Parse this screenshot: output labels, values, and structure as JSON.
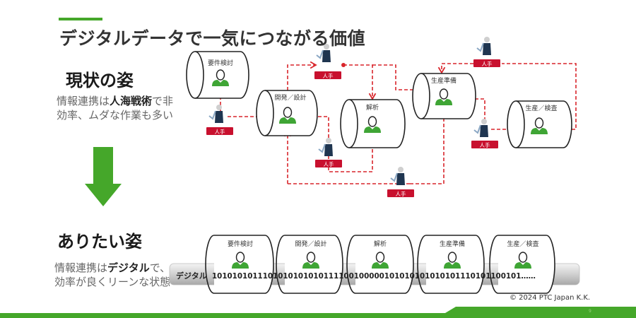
{
  "slide": {
    "title": "デジタルデータで一気につながる価値",
    "current": {
      "heading": "現状の姿",
      "desc_pre": "情報連携は",
      "desc_bold": "人海戦術",
      "desc_post": "で非効率、ムダな作業も多い"
    },
    "ideal": {
      "heading": "ありたい姿",
      "desc_pre": "情報連携は",
      "desc_bold": "デジタル",
      "desc_post": "で、効率が良くリーンな状態"
    },
    "stages": [
      "要件検討",
      "開発／設計",
      "解析",
      "生産準備",
      "生産／検査"
    ],
    "manual_label": "人手",
    "digital_label": "デジタル",
    "binary_stream": "1010101011101010101010111100100000101010101010101110101100101……",
    "copyright": "© 2024 PTC Japan K.K.",
    "page_number": "9"
  },
  "colors": {
    "accent_green": "#45a72a",
    "person_green": "#3fa535",
    "manual_red": "#c8102e",
    "flow_red": "#d9252b"
  }
}
